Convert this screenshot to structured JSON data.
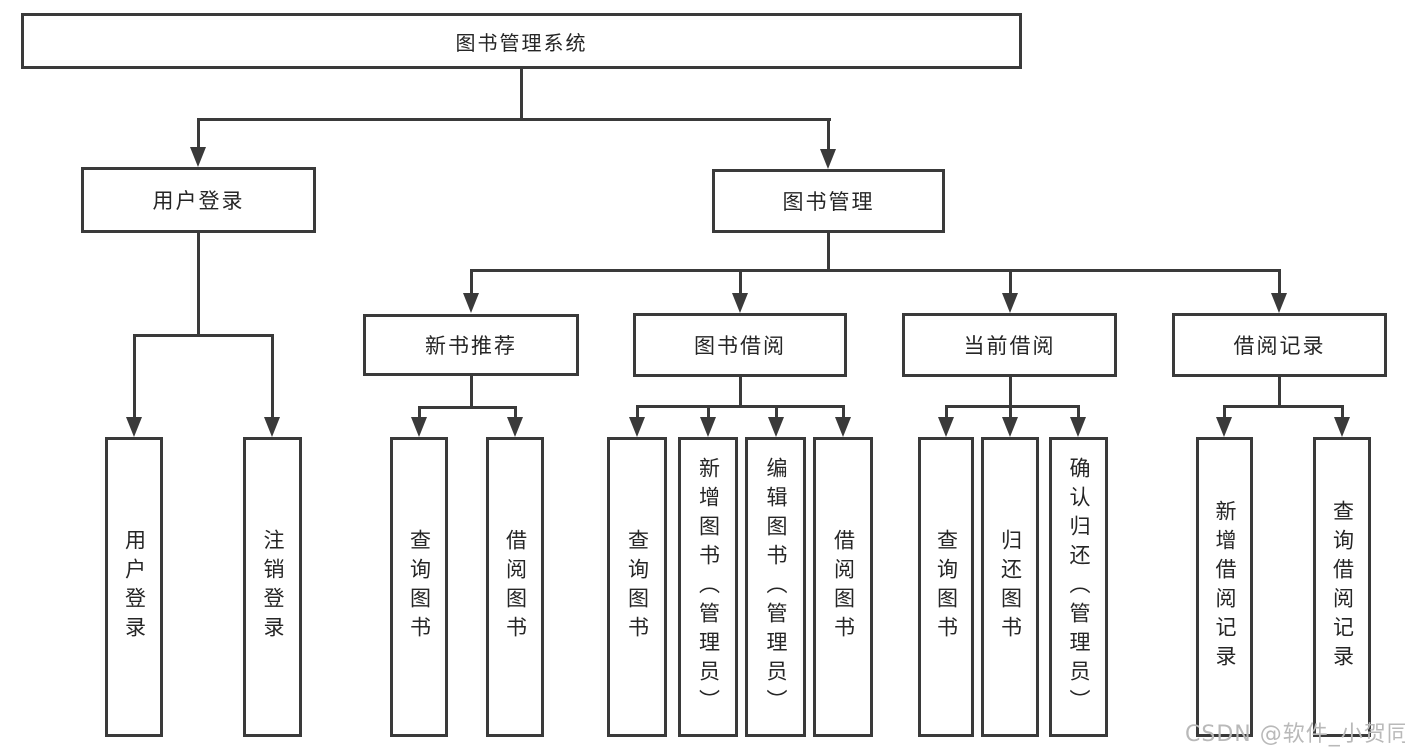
{
  "tree": {
    "root": {
      "label": "图书管理系统"
    },
    "branches": [
      {
        "label": "用户登录",
        "children": [
          {
            "label": "用户登录"
          },
          {
            "label": "注销登录"
          }
        ]
      },
      {
        "label": "图书管理",
        "children": [
          {
            "label": "新书推荐",
            "children": [
              {
                "label": "查询图书"
              },
              {
                "label": "借阅图书"
              }
            ]
          },
          {
            "label": "图书借阅",
            "children": [
              {
                "label": "查询图书"
              },
              {
                "label": "新增图书（管理员）"
              },
              {
                "label": "编辑图书（管理员）"
              },
              {
                "label": "借阅图书"
              }
            ]
          },
          {
            "label": "当前借阅",
            "children": [
              {
                "label": "查询图书"
              },
              {
                "label": "归还图书"
              },
              {
                "label": "确认归还（管理员）"
              }
            ]
          },
          {
            "label": "借阅记录",
            "children": [
              {
                "label": "新增借阅记录"
              },
              {
                "label": "查询借阅记录"
              }
            ]
          }
        ]
      }
    ]
  },
  "watermark": {
    "text": "CSDN @软件_小贺同学"
  },
  "colors": {
    "line": "#3a3a3a",
    "text": "#262626",
    "background": "#ffffff",
    "watermark": "#b9b9b9"
  }
}
